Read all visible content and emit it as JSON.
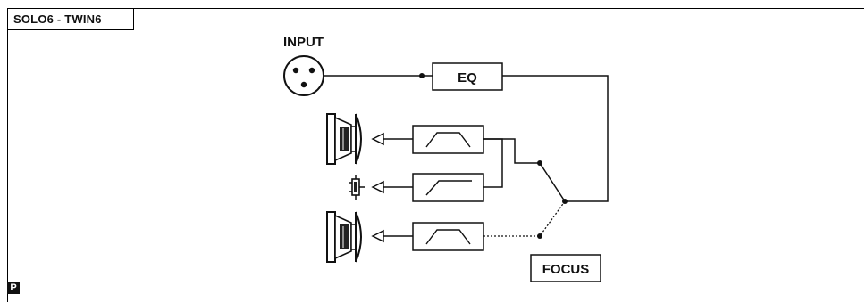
{
  "header": {
    "title": "SOLO6 - TWIN6"
  },
  "diagram": {
    "input_label": "INPUT",
    "eq_label": "EQ",
    "focus_label": "FOCUS"
  },
  "footer": {
    "badge": "P"
  }
}
